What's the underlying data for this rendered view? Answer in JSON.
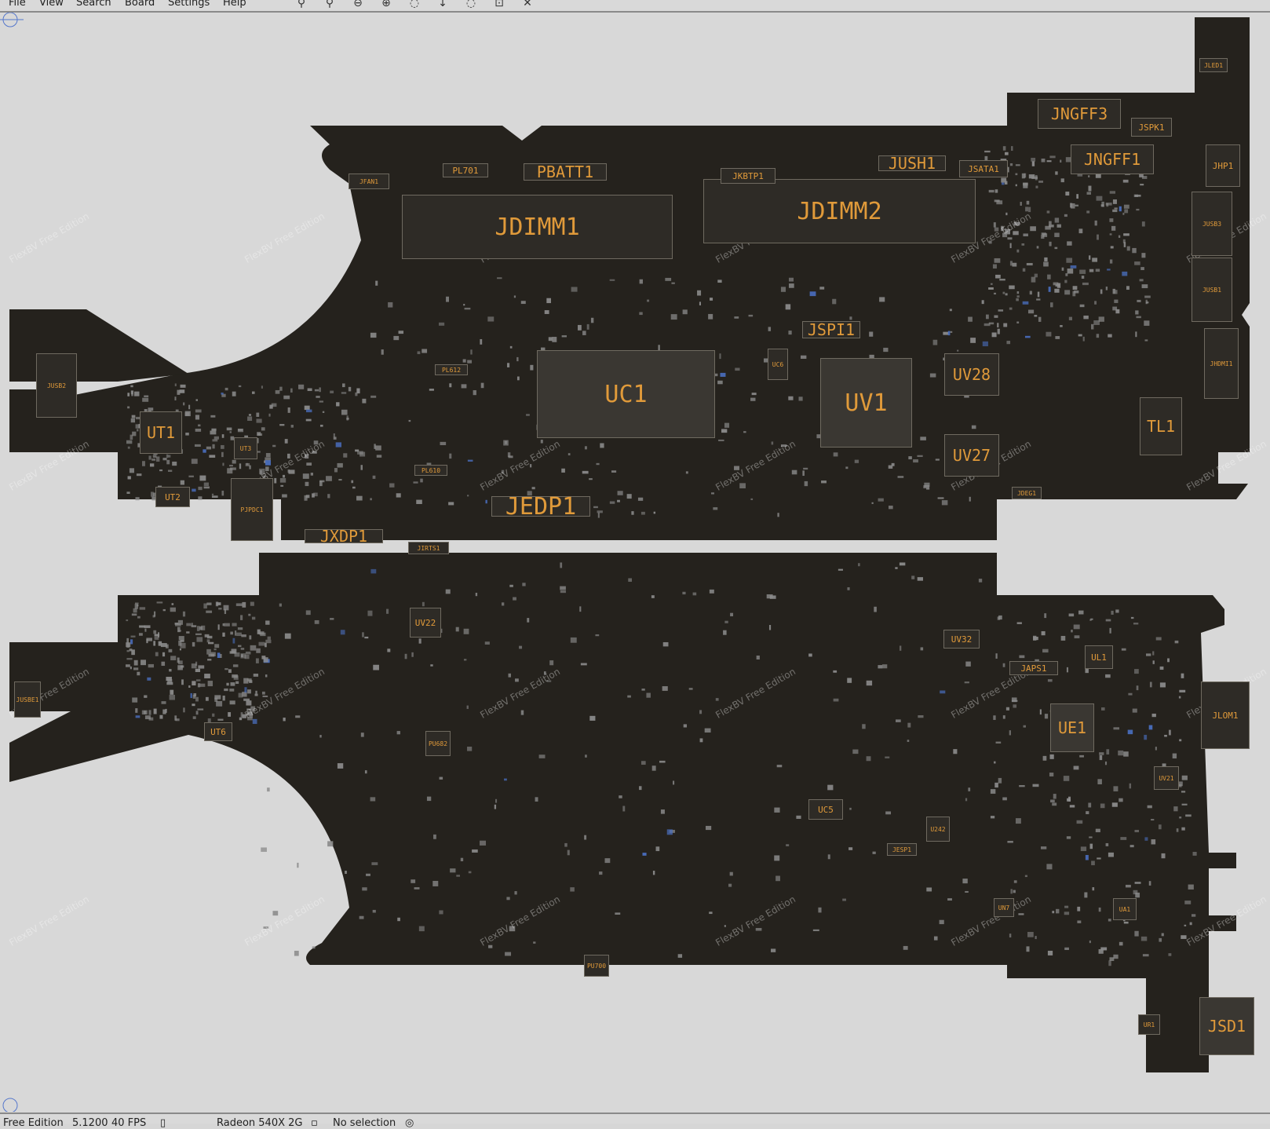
{
  "menu": {
    "items": [
      "File",
      "View",
      "Search",
      "Board",
      "Settings",
      "Help"
    ]
  },
  "toolbar": {
    "icons": [
      "zoom-search-icon",
      "zoom-fit-icon",
      "zoom-out-icon",
      "zoom-in-icon",
      "rotate-icon",
      "flip-icon",
      "reset-view-icon",
      "focus-icon",
      "close-icon"
    ],
    "glyphs": [
      "⚲",
      "⚲",
      "⊖",
      "⊕",
      "◌",
      "↓",
      "◌",
      "⊡",
      "✕"
    ]
  },
  "watermark": "FlexBV Free Edition",
  "colors": {
    "board": "#25221d",
    "label": "#e09a3a",
    "pad": "#8c8c8c",
    "pad_blue": "#4a6fc0",
    "background": "#d8d8d8"
  },
  "components": {
    "jdimm1": "JDIMM1",
    "jdimm2": "JDIMM2",
    "uc1": "UC1",
    "uv1": "UV1",
    "jedp1": "JEDP1",
    "jngff3": "JNGFF3",
    "jngff1": "JNGFF1",
    "jush1": "JUSH1",
    "pbatt1": "PBATT1",
    "jspi1": "JSPI1",
    "uv28": "UV28",
    "uv27": "UV27",
    "tl1": "TL1",
    "ut1": "UT1",
    "jxdp1": "JXDP1",
    "jsd1": "JSD1",
    "ue1": "UE1",
    "jspk1": "JSPK1",
    "jsata1": "JSATA1",
    "jkbtp1": "JKBTP1",
    "jhp1": "JHP1",
    "jled1": "JLED1",
    "jusb3": "JUSB3",
    "jusb1": "JUSB1",
    "jhdmi1": "JHDMI1",
    "jusb2": "JUSB2",
    "jfan1": "JFAN1",
    "pl701": "PL701",
    "ut2": "UT2",
    "ut3": "UT3",
    "pjpdc1": "PJPDC1",
    "jirts1": "JIRTS1",
    "uc6": "UC6",
    "jdeg1": "JDEG1",
    "pl610": "PL610",
    "pl612": "PL612",
    "uv22": "UV22",
    "uv32": "UV32",
    "ul1": "UL1",
    "japs1": "JAPS1",
    "jlom1": "JLOM1",
    "uv21": "UV21",
    "ut6": "UT6",
    "uc5": "UC5",
    "jesp1": "JESP1",
    "ua1": "UA1",
    "ur1": "UR1",
    "un7": "UN7",
    "u242": "U242",
    "pu700": "PU700",
    "pu682": "PU682",
    "jusbe1": "JUSBE1"
  },
  "status": {
    "edition": "Free Edition",
    "version": "5.1200",
    "fps": "40 FPS",
    "gpu": "Radeon 540X 2G",
    "selection": "No selection"
  }
}
